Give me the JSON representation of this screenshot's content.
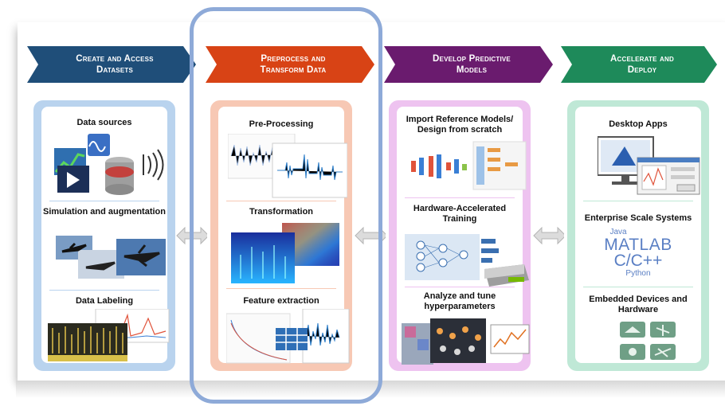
{
  "stages": [
    {
      "title_line1": "Create and Access",
      "title_line2": "Datasets",
      "color": "#1f4e79",
      "sections": [
        "Data sources",
        "Simulation and augmentation",
        "Data Labeling"
      ]
    },
    {
      "title_line1": "Preprocess and",
      "title_line2": "Transform Data",
      "color": "#d84315",
      "sections": [
        "Pre-Processing",
        "Transformation",
        "Feature extraction"
      ]
    },
    {
      "title_line1": "Develop Predictive",
      "title_line2": "Models",
      "color": "#6a1b6e",
      "sections": [
        "Import Reference Models/ Design from scratch",
        "Hardware-Accelerated Training",
        "Analyze and tune hyperparameters"
      ]
    },
    {
      "title_line1": "Accelerate and",
      "title_line2": "Deploy",
      "color": "#1e8a5a",
      "sections": [
        "Desktop Apps",
        "Enterprise Scale Systems",
        "Embedded Devices and Hardware"
      ]
    }
  ],
  "languages": {
    "java": "Java",
    "matlab": "MATLAB",
    "cpp": "C/C++",
    "python": "Python"
  },
  "panel_colors": [
    "#b9d3ee",
    "#f7c8b4",
    "#eec3f0",
    "#bfe8d6"
  ],
  "highlight_color": "#8eaad8"
}
